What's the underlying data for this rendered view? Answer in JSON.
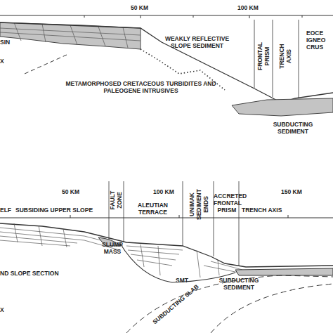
{
  "diagram": {
    "labels": [
      "50 KM",
      "100 KM",
      "SIN",
      "WEAKLY REFLECTIVE SLOPE SEDIMENT",
      "FRONTAL PRISM",
      "TRENCH AXIS",
      "EOCE IGNEO CRUS",
      "X",
      "METAMORPHOSED CRETACEOUS TURBIDITES AND PALEOGENE INTRUSIVES",
      "SUBDUCTING SEDIMENT",
      "ELF",
      "SUBSIDING UPPER SLOPE",
      "50 KM",
      "FAULT ZONE",
      "ALEUTIAN TERRACE",
      "100 KM",
      "UNIMAK SEDIMENT ENDS",
      "ACCRETED FRONTAL PRISM",
      "TRENCH AXIS",
      "150 KM",
      "SLUMP MASS",
      "ND SLOPE SECTION",
      "SMT",
      "SUBDUCTING SEDIMENT",
      "SUBDUCTING SLAB",
      "X"
    ]
  }
}
